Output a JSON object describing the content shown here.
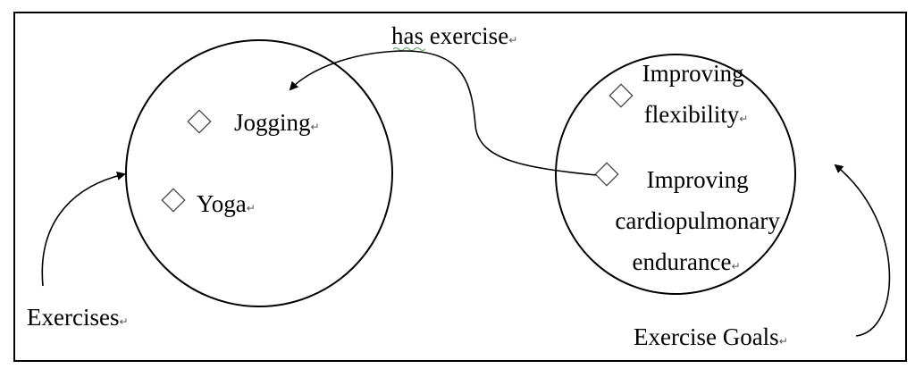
{
  "diagram": {
    "exercises_set": {
      "label": "Exercises",
      "items": [
        "Jogging",
        "Yoga"
      ]
    },
    "goals_set": {
      "label": "Exercise Goals",
      "items": [
        {
          "lines": [
            "Improving",
            "flexibility"
          ]
        },
        {
          "lines": [
            "Improving",
            "cardiopulmonary",
            "endurance"
          ]
        }
      ]
    },
    "relation": {
      "label": "has exercise"
    },
    "paragraph_mark": "↵"
  }
}
